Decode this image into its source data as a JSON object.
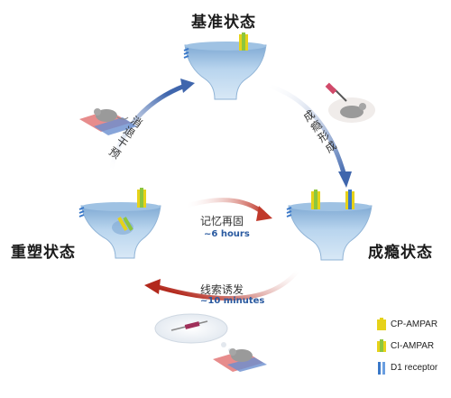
{
  "states": {
    "baseline": "基准状态",
    "addiction": "成瘾状态",
    "remodeling": "重塑状态"
  },
  "transitions": {
    "addiction_formation": "成瘾形成",
    "extinction_intervention": "消退干预",
    "memory_retrieval": "记忆再固",
    "memory_retrieval_time": "~6 hours",
    "cue_induced": "线索诱发",
    "cue_induced_time": "~10 minutes"
  },
  "legend": [
    {
      "label": "CP-AMPAR",
      "color": "#e6d21a"
    },
    {
      "label": "CI-AMPAR",
      "color": "#8cc63f"
    },
    {
      "label": "D1 receptor",
      "color": "#3a78c8"
    }
  ],
  "colors": {
    "spine": "#a9c9e6",
    "arrow_blue": "#4a74b8",
    "arrow_red": "#c0392b"
  }
}
